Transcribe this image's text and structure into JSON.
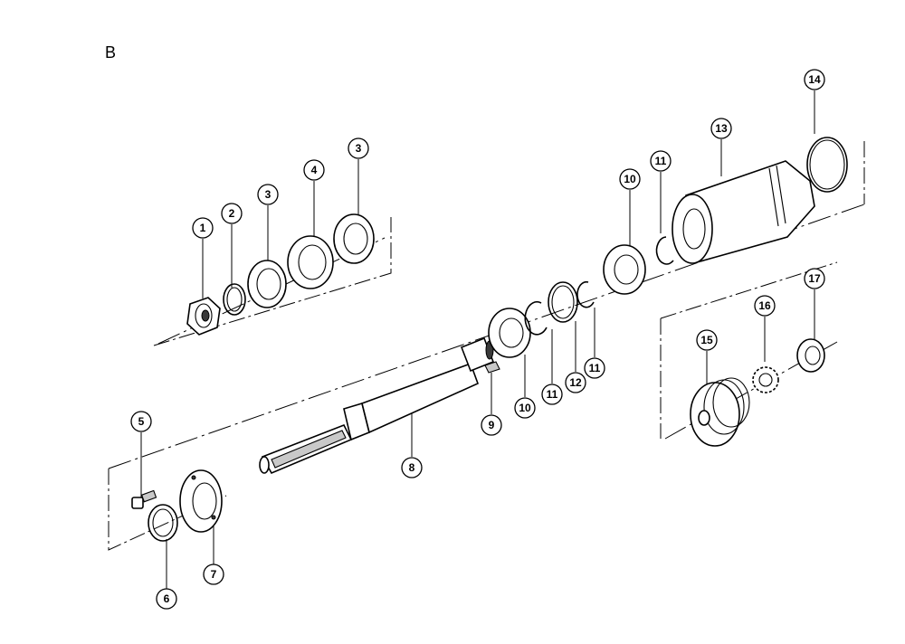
{
  "diagram": {
    "section_label": "B",
    "callouts": [
      {
        "id": "c1",
        "label": "1"
      },
      {
        "id": "c2",
        "label": "2"
      },
      {
        "id": "c3a",
        "label": "3"
      },
      {
        "id": "c4",
        "label": "4"
      },
      {
        "id": "c3b",
        "label": "3"
      },
      {
        "id": "c5",
        "label": "5"
      },
      {
        "id": "c6",
        "label": "6"
      },
      {
        "id": "c7",
        "label": "7"
      },
      {
        "id": "c8",
        "label": "8"
      },
      {
        "id": "c9",
        "label": "9"
      },
      {
        "id": "c10a",
        "label": "10"
      },
      {
        "id": "c11a",
        "label": "11"
      },
      {
        "id": "c12",
        "label": "12"
      },
      {
        "id": "c11b",
        "label": "11"
      },
      {
        "id": "c10b",
        "label": "10"
      },
      {
        "id": "c11c",
        "label": "11"
      },
      {
        "id": "c13",
        "label": "13"
      },
      {
        "id": "c14",
        "label": "14"
      },
      {
        "id": "c15",
        "label": "15"
      },
      {
        "id": "c16",
        "label": "16"
      },
      {
        "id": "c17",
        "label": "17"
      }
    ]
  }
}
